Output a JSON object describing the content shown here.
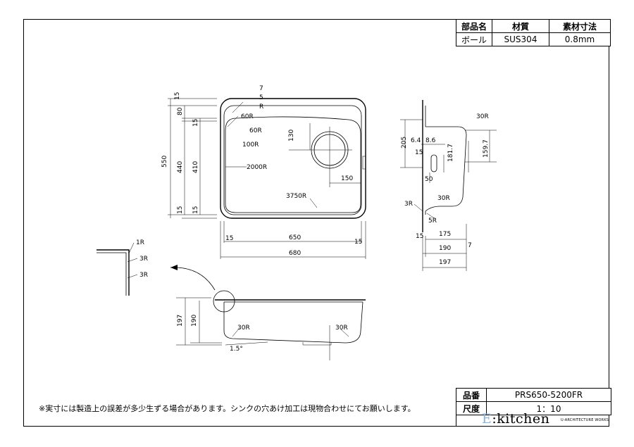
{
  "title_block_top": {
    "headers": [
      "部品名",
      "材質",
      "素材寸法"
    ],
    "values": [
      "ボール",
      "SUS304",
      "0.8mm"
    ]
  },
  "title_block_bottom": {
    "part_no_label": "品番",
    "part_no": "PRS650-5200FR",
    "scale_label": "尺度",
    "scale": "1：10"
  },
  "logo": {
    "brand_e": "E",
    "brand_rest": ":kitchen",
    "sub": "U-ARCHITECTURE WORKS"
  },
  "note": "※実寸には製造上の誤差が多少生ずる場合があります。シンクの穴あけ加工は現物合わせにてお願いします。",
  "plan_view": {
    "dims": {
      "top_15": "15",
      "d80": "80",
      "d15b": "15",
      "d550": "550",
      "d440": "440",
      "d410": "410",
      "bot15a": "15",
      "bot15b": "15",
      "d130": "130",
      "d150": "150",
      "d15l": "15",
      "d650": "650",
      "d15r": "15",
      "d680": "680"
    },
    "radii": {
      "r7": "7",
      "r5": "5",
      "rR": "R",
      "r60a": "60R",
      "r60b": "60R",
      "r100": "100R",
      "r2000": "2000R",
      "r3750": "3750R"
    }
  },
  "side_view": {
    "labels": {
      "r30top": "30R",
      "d205": "205",
      "d64": "6.4",
      "d86": "8.6",
      "d15": "15",
      "d1817": "181.7",
      "d1597": "159.7",
      "d50": "50",
      "r30mid": "30R",
      "r3": "3R",
      "r5": "5R",
      "d15b": "15",
      "d175": "175",
      "d190": "190",
      "d7": "7",
      "d197": "197"
    }
  },
  "detail": {
    "r1": "1R",
    "r3a": "3R",
    "r3b": "3R"
  },
  "front_view": {
    "d197": "197",
    "d190": "190",
    "r30a": "30R",
    "r30b": "30R",
    "slope": "1.5°"
  }
}
